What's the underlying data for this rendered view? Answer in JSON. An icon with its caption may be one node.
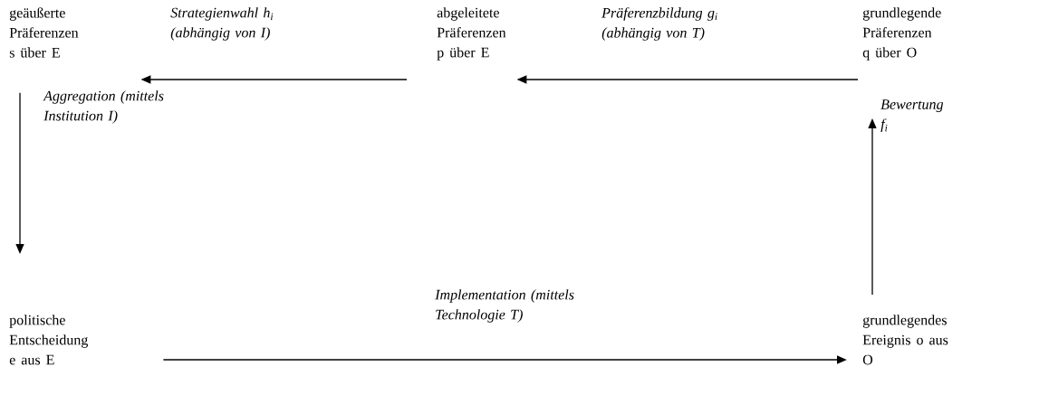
{
  "diagram": {
    "nodes": [
      {
        "text": [
          "geäußerte Präferenzen s über E"
        ]
      },
      {
        "text": [
          "abgeleitete Präferenzen p über E"
        ]
      },
      {
        "text": [
          "grundlegende Präferenzen q über O"
        ]
      },
      {
        "text": [
          "politische Entscheidung e aus E"
        ]
      },
      {
        "text": [
          "grundlegendes Ereignis o aus O"
        ]
      }
    ],
    "edges": [
      {
        "from": 2,
        "to": 1,
        "arrow": "to",
        "label": "Präferenzbildung g$_{i}$ (abhängig von T)"
      },
      {
        "from": 1,
        "to": 0,
        "arrow": "to",
        "label": "Strategienwahl h$_{i}$ (abhängig von I)"
      },
      {
        "from": 0,
        "to": 3,
        "arrow": "to",
        "label": "Aggregation (mittels Institution I)"
      },
      {
        "from": 3,
        "to": 4,
        "arrow": "to",
        "label": "Implementation (mittels Technologie T)"
      },
      {
        "from": 4,
        "to": 2,
        "arrow": "to",
        "label": "Bewertung f$_{i}$"
      }
    ]
  }
}
